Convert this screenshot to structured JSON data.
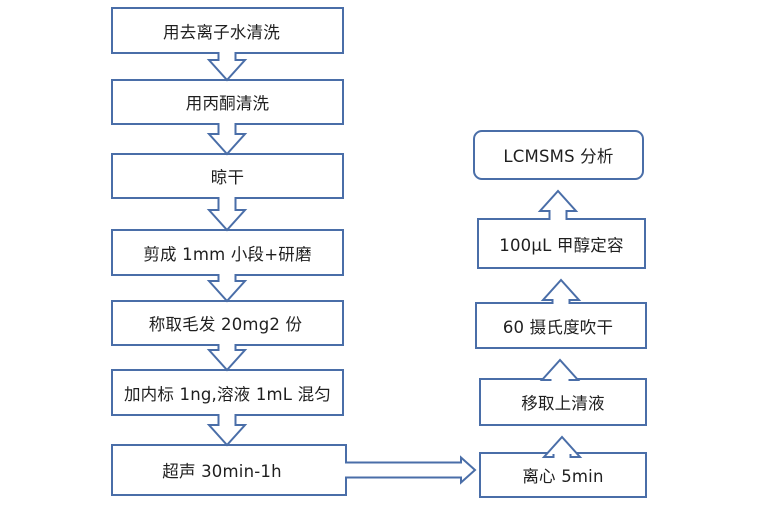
{
  "diagram": {
    "type": "flowchart",
    "colors": {
      "border": "#4a6ea8",
      "fill": "#ffffff",
      "text": "#1f1f1f"
    },
    "left_column": {
      "direction": "down",
      "steps": [
        {
          "id": "step-1",
          "label": "用去离子水清洗"
        },
        {
          "id": "step-2",
          "label": "用丙酮清洗"
        },
        {
          "id": "step-3",
          "label": "晾干"
        },
        {
          "id": "step-4",
          "label": "剪成 1mm 小段+研磨"
        },
        {
          "id": "step-5",
          "label": "称取毛发 20mg2 份"
        },
        {
          "id": "step-6",
          "label": "加内标 1ng,溶液 1mL 混匀"
        },
        {
          "id": "step-7",
          "label": "超声 30min-1h"
        }
      ]
    },
    "right_column": {
      "direction": "up",
      "steps": [
        {
          "id": "step-8",
          "label": "离心 5min"
        },
        {
          "id": "step-9",
          "label": "移取上清液"
        },
        {
          "id": "step-10",
          "label": "60 摄氏度吹干"
        },
        {
          "id": "step-11",
          "label": "100μL 甲醇定容"
        },
        {
          "id": "step-12",
          "label": "LCMSMS 分析",
          "shape": "rounded"
        }
      ]
    },
    "connectors": [
      {
        "from": "step-1",
        "to": "step-2",
        "direction": "down"
      },
      {
        "from": "step-2",
        "to": "step-3",
        "direction": "down"
      },
      {
        "from": "step-3",
        "to": "step-4",
        "direction": "down"
      },
      {
        "from": "step-4",
        "to": "step-5",
        "direction": "down"
      },
      {
        "from": "step-5",
        "to": "step-6",
        "direction": "down"
      },
      {
        "from": "step-6",
        "to": "step-7",
        "direction": "down"
      },
      {
        "from": "step-7",
        "to": "step-8",
        "direction": "right"
      },
      {
        "from": "step-8",
        "to": "step-9",
        "direction": "up"
      },
      {
        "from": "step-9",
        "to": "step-10",
        "direction": "up"
      },
      {
        "from": "step-10",
        "to": "step-11",
        "direction": "up"
      },
      {
        "from": "step-11",
        "to": "step-12",
        "direction": "up"
      }
    ]
  }
}
